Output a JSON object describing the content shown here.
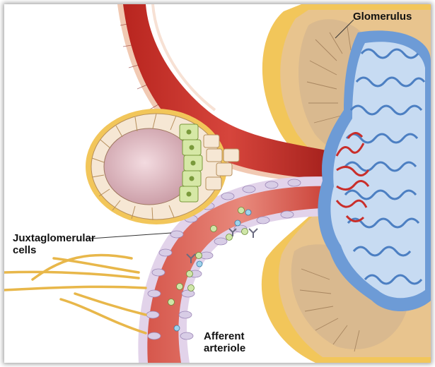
{
  "labels": {
    "glomerulus": "Glomerulus",
    "juxtaglomerular": [
      "Juxtaglomerular",
      "cells"
    ],
    "afferent": [
      "Afferent",
      "arteriole"
    ]
  },
  "colors": {
    "capsule_yellow": "#f2c65a",
    "capsule_tan": "#d9b98f",
    "arteriole_red": "#c92e2a",
    "arteriole_dark": "#8e1a17",
    "capillary_blue": "#6d9bd6",
    "capillary_light": "#c7dbf2",
    "tubule_cell": "#f6e7d4",
    "macula_green": "#d6e8a6",
    "jg_cell_purple": "#d8cde6",
    "nerve_yellow": "#e8b74a"
  }
}
